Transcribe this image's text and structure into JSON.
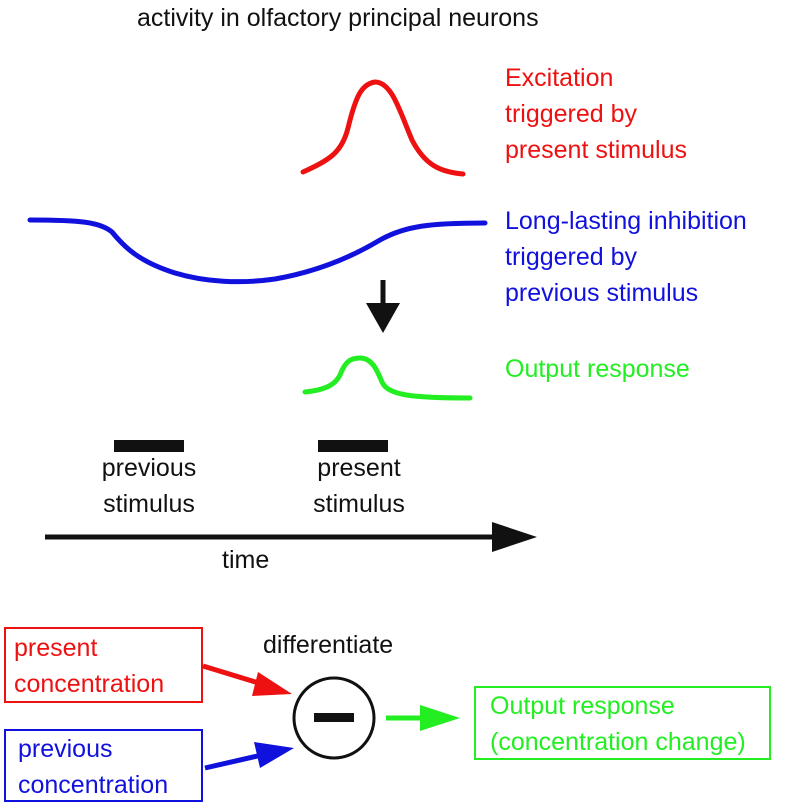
{
  "title": "activity in olfactory principal neurons",
  "curves": {
    "excitation": {
      "lines": [
        "Excitation",
        "triggered by",
        "present stimulus"
      ],
      "color": "#ee1111"
    },
    "inhibition": {
      "lines": [
        "Long-lasting inhibition",
        "triggered by",
        "previous stimulus"
      ],
      "color": "#1111dd"
    },
    "output": {
      "lines": [
        "Output response"
      ],
      "color": "#22ee22"
    }
  },
  "stimuli": {
    "previous": [
      "previous",
      "stimulus"
    ],
    "present": [
      "present",
      "stimulus"
    ]
  },
  "time_axis": {
    "label": "time"
  },
  "operation": {
    "label": "differentiate",
    "symbol": "minus-sign"
  },
  "inputs": {
    "present": [
      "present",
      "concentration"
    ],
    "previous": [
      "previous",
      "concentration"
    ]
  },
  "result": [
    "Output response",
    "(concentration change)"
  ]
}
